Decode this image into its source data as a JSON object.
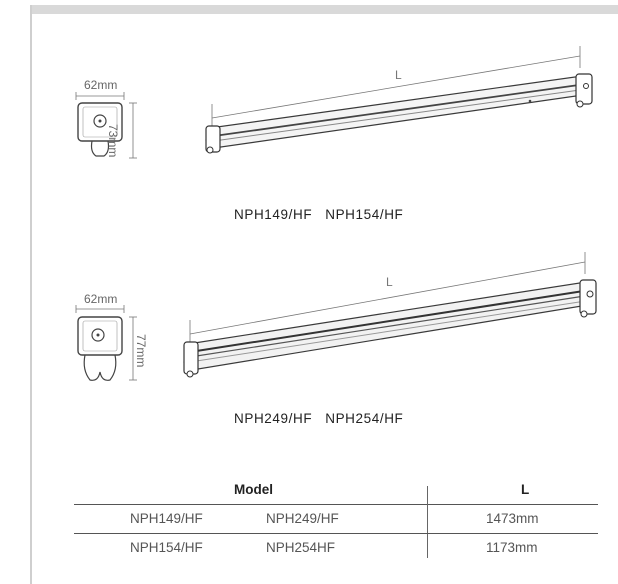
{
  "product1": {
    "width_label": "62mm",
    "height_label": "73mm",
    "length_label": "L",
    "models_caption": "NPH149/HF   NPH154/HF"
  },
  "product2": {
    "width_label": "62mm",
    "height_label": "77mm",
    "length_label": "L",
    "models_caption": "NPH249/HF   NPH254/HF"
  },
  "table": {
    "header_model": "Model",
    "header_length": "L",
    "rows": [
      {
        "model_single": "NPH149/HF",
        "model_twin": "NPH249/HF",
        "length": "1473mm"
      },
      {
        "model_single": "NPH154/HF",
        "model_twin": "NPH254HF",
        "length": "1173mm"
      }
    ]
  }
}
